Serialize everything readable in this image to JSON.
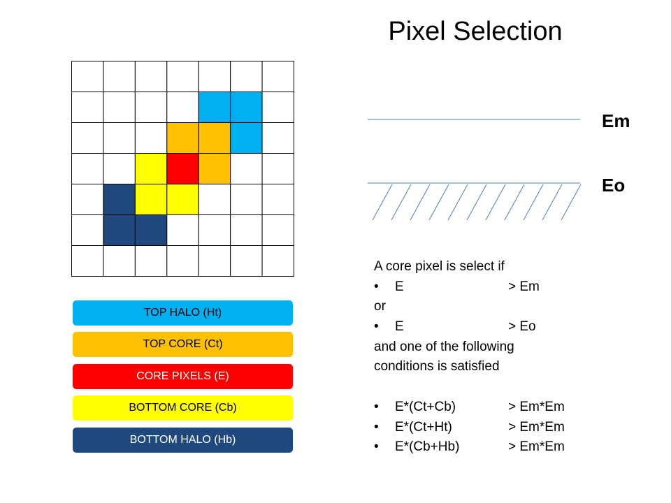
{
  "title": "Pixel Selection",
  "grid": {
    "rows": 7,
    "cols": 7,
    "cells": [
      [
        "white",
        "white",
        "white",
        "white",
        "white",
        "white",
        "white"
      ],
      [
        "white",
        "white",
        "white",
        "white",
        "top_halo",
        "top_halo",
        "white"
      ],
      [
        "white",
        "white",
        "white",
        "top_core",
        "top_core",
        "top_halo",
        "white"
      ],
      [
        "white",
        "white",
        "bottom_core",
        "core",
        "top_core",
        "white",
        "white"
      ],
      [
        "white",
        "bottom_halo",
        "bottom_core",
        "bottom_core",
        "white",
        "white",
        "white"
      ],
      [
        "white",
        "bottom_halo",
        "bottom_halo",
        "white",
        "white",
        "white",
        "white"
      ],
      [
        "white",
        "white",
        "white",
        "white",
        "white",
        "white",
        "white"
      ]
    ],
    "colors": {
      "white": "#ffffff",
      "top_halo": "#00b0f0",
      "top_core": "#ffc000",
      "core": "#ff0000",
      "bottom_core": "#ffff00",
      "bottom_halo": "#1f497d"
    },
    "line_color": "#000000"
  },
  "legend": [
    {
      "label": "TOP HALO (Ht)",
      "color": "#00b0f0",
      "text_color": "#000000"
    },
    {
      "label": "TOP CORE (Ct)",
      "color": "#ffc000",
      "text_color": "#000000"
    },
    {
      "label": "CORE PIXELS (E)",
      "color": "#ff0000",
      "text_color": "#ffffff"
    },
    {
      "label": "BOTTOM CORE (Cb)",
      "color": "#ffff00",
      "text_color": "#000000"
    },
    {
      "label": "BOTTOM HALO (Hb)",
      "color": "#1f497d",
      "text_color": "#ffffff"
    }
  ],
  "thresholds": {
    "em_label": "Em",
    "eo_label": "Eo",
    "line_color": "#4a7ebb"
  },
  "rules": {
    "intro": "A core pixel is select if",
    "bullet": "•",
    "cond1": {
      "lhs": "E",
      "rhs": "> Em"
    },
    "or": "or",
    "cond2": {
      "lhs": "E",
      "rhs": "> Eo"
    },
    "and_line1": "and one of the following",
    "and_line2": "conditions  is satisfied",
    "extra": [
      {
        "lhs": "E*(Ct+Cb)",
        "rhs": "> Em*Em"
      },
      {
        "lhs": "E*(Ct+Ht)",
        "rhs": "> Em*Em"
      },
      {
        "lhs": "E*(Cb+Hb)",
        "rhs": "> Em*Em"
      }
    ]
  }
}
